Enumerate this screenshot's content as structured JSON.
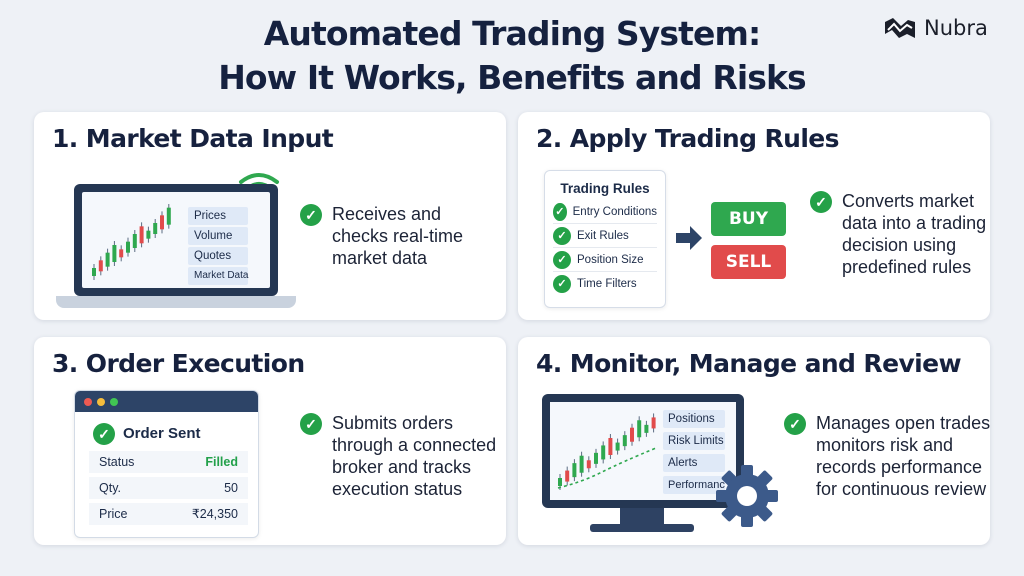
{
  "header": {
    "title_line1": "Automated Trading System:",
    "title_line2": "How It Works, Benefits and Risks",
    "brand": "Nubra"
  },
  "cards": [
    {
      "title": "1. Market Data Input",
      "desc": [
        "Receives and",
        "checks real-time",
        "market data"
      ],
      "labels": [
        "Prices",
        "Volume",
        "Quotes",
        "Market Data"
      ]
    },
    {
      "title": "2. Apply Trading Rules",
      "desc": [
        "Converts market",
        "data into a trading",
        "decision using",
        "predefined rules"
      ],
      "rules_title": "Trading Rules",
      "rules": [
        "Entry Conditions",
        "Exit Rules",
        "Position Size",
        "Time Filters"
      ],
      "buy": "BUY",
      "sell": "SELL"
    },
    {
      "title": "3. Order Execution",
      "desc": [
        "Submits orders",
        "through a connected",
        "broker and tracks",
        "execution status"
      ],
      "order_title": "Order Sent",
      "rows": [
        {
          "label": "Status",
          "value": "Filled"
        },
        {
          "label": "Qty.",
          "value": "50"
        },
        {
          "label": "Price",
          "value": "₹24,350"
        }
      ]
    },
    {
      "title": "4. Monitor, Manage and Review",
      "desc": [
        "Manages open trades,",
        "monitors risk and",
        "records performance",
        "for continuous review"
      ],
      "labels": [
        "Positions",
        "Risk Limits",
        "Alerts",
        "Performance"
      ]
    }
  ],
  "colors": {
    "accent_green": "#24a148",
    "buy": "#2fa84f",
    "sell": "#e14b4b",
    "navy": "#253753",
    "filled": "#22a04a"
  },
  "icons": [
    "wifi-icon",
    "arrow-right-icon",
    "gear-icon",
    "check-icon",
    "nubra-logo-icon"
  ]
}
